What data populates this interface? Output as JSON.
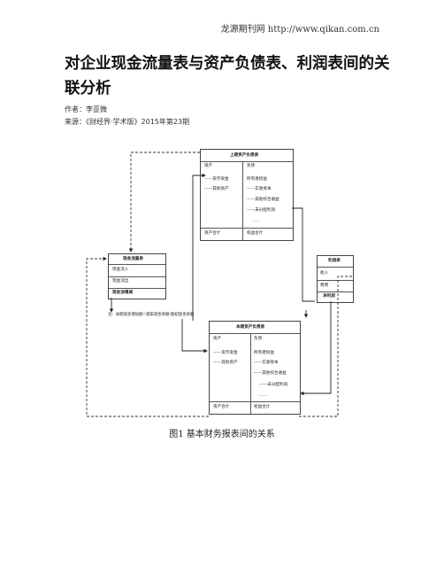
{
  "header": {
    "site": "龙源期刊网 http://www.qikan.com.cn"
  },
  "article": {
    "title": "对企业现金流量表与资产负债表、利润表间的关联分析",
    "author": "作者：李亚微",
    "source": "来源：《财经界·学术版》2015年第23期"
  },
  "diagram": {
    "prev_bs": {
      "title": "上期资产负债表",
      "col_assets": "资产",
      "col_liab": "负债",
      "assets": [
        "——货币资金",
        "——其他资产"
      ],
      "liab": [
        "所有者权益",
        "——实收资本",
        "——其他综合收益",
        "——未分配利润",
        "……"
      ],
      "total_assets": "资产合计",
      "total_equity": "权益合计"
    },
    "cashflow": {
      "title": "现金流量表",
      "rows": [
        "现金流入",
        "现金流出",
        "现金流增减"
      ]
    },
    "income": {
      "title": "利润表",
      "rows": [
        "收入",
        "费用",
        "净利润"
      ]
    },
    "note": "注：本期现金增加额=期末现金余额-期初现金余额",
    "curr_bs": {
      "title": "本期资产负债表",
      "col_assets": "资产",
      "col_liab": "负债",
      "assets": [
        "——货币资金",
        "——其他资产"
      ],
      "liab": [
        "所有者权益",
        "——实收资本",
        "——其他综合收益",
        "——未分配利润",
        "……"
      ],
      "total_assets": "资产合计",
      "total_equity": "权益合计"
    }
  },
  "caption": "图1 基本财务报表间的关系"
}
